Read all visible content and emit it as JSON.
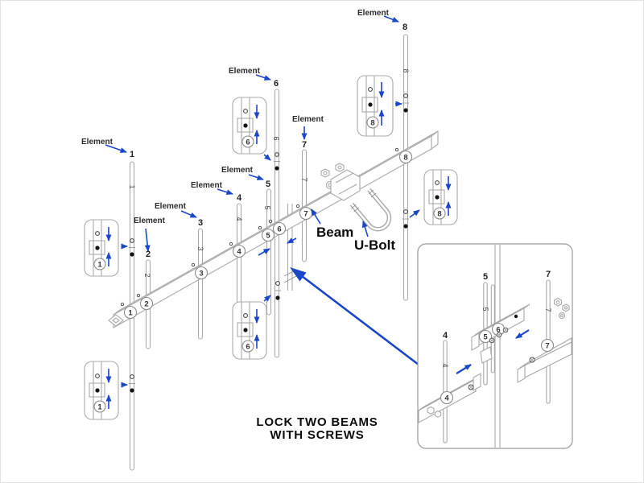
{
  "diagram": {
    "beam_label": "Beam",
    "ubolt_label": "U-Bolt",
    "note_line1": "LOCK TWO BEAMS",
    "note_line2": "WITH SCREWS"
  },
  "elements": [
    {
      "label": "Element",
      "number": "1"
    },
    {
      "label": "Element",
      "number": "2"
    },
    {
      "label": "Element",
      "number": "3"
    },
    {
      "label": "Element",
      "number": "4"
    },
    {
      "label": "Element",
      "number": "5"
    },
    {
      "label": "Element",
      "number": "6"
    },
    {
      "label": "Element",
      "number": "7"
    },
    {
      "label": "Element",
      "number": "8"
    }
  ],
  "beam_markers": [
    "1",
    "2",
    "3",
    "4",
    "5",
    "6",
    "7",
    "8"
  ],
  "callouts": [
    {
      "number": "1",
      "location": "upper-left"
    },
    {
      "number": "1",
      "location": "lower-left"
    },
    {
      "number": "6",
      "location": "top-center"
    },
    {
      "number": "6",
      "location": "bottom-center"
    },
    {
      "number": "8",
      "location": "top-right"
    },
    {
      "number": "8",
      "location": "mid-right"
    }
  ],
  "detail_box": {
    "rod_labels": [
      {
        "number": "4"
      },
      {
        "number": "5"
      },
      {
        "number": "7"
      }
    ],
    "beam_markers": [
      "4",
      "5",
      "6",
      "7"
    ]
  },
  "colors": {
    "arrow_blue": "#1b46c8",
    "line_gray": "#a9a9a9",
    "text_dark": "#1f1f1f",
    "background": "#ffffff"
  }
}
